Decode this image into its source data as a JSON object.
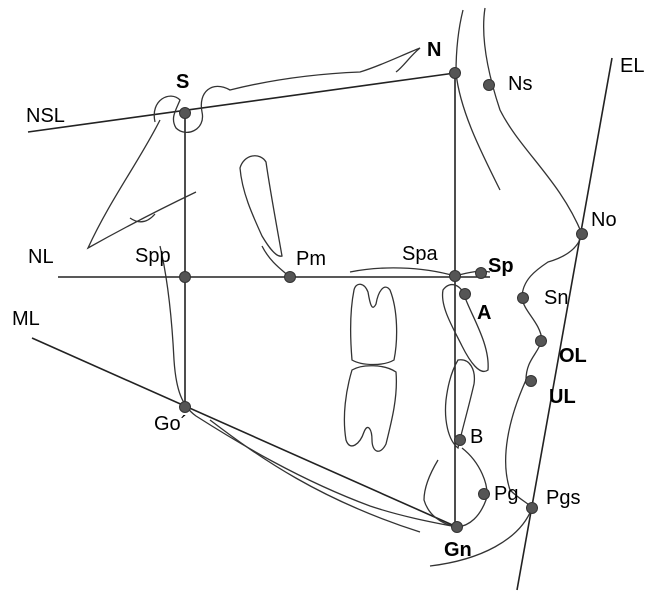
{
  "labels": {
    "NSL": "NSL",
    "NL": "NL",
    "ML": "ML",
    "EL": "EL",
    "S": "S",
    "N": "N",
    "Ns": "Ns",
    "No": "No",
    "Spp": "Spp",
    "Pm": "Pm",
    "Spa": "Spa",
    "Sp": "Sp",
    "A": "A",
    "Sn": "Sn",
    "OL": "OL",
    "UL": "UL",
    "Go": "Go´",
    "B": "B",
    "Pg": "Pg",
    "Pgs": "Pgs",
    "Gn": "Gn"
  }
}
